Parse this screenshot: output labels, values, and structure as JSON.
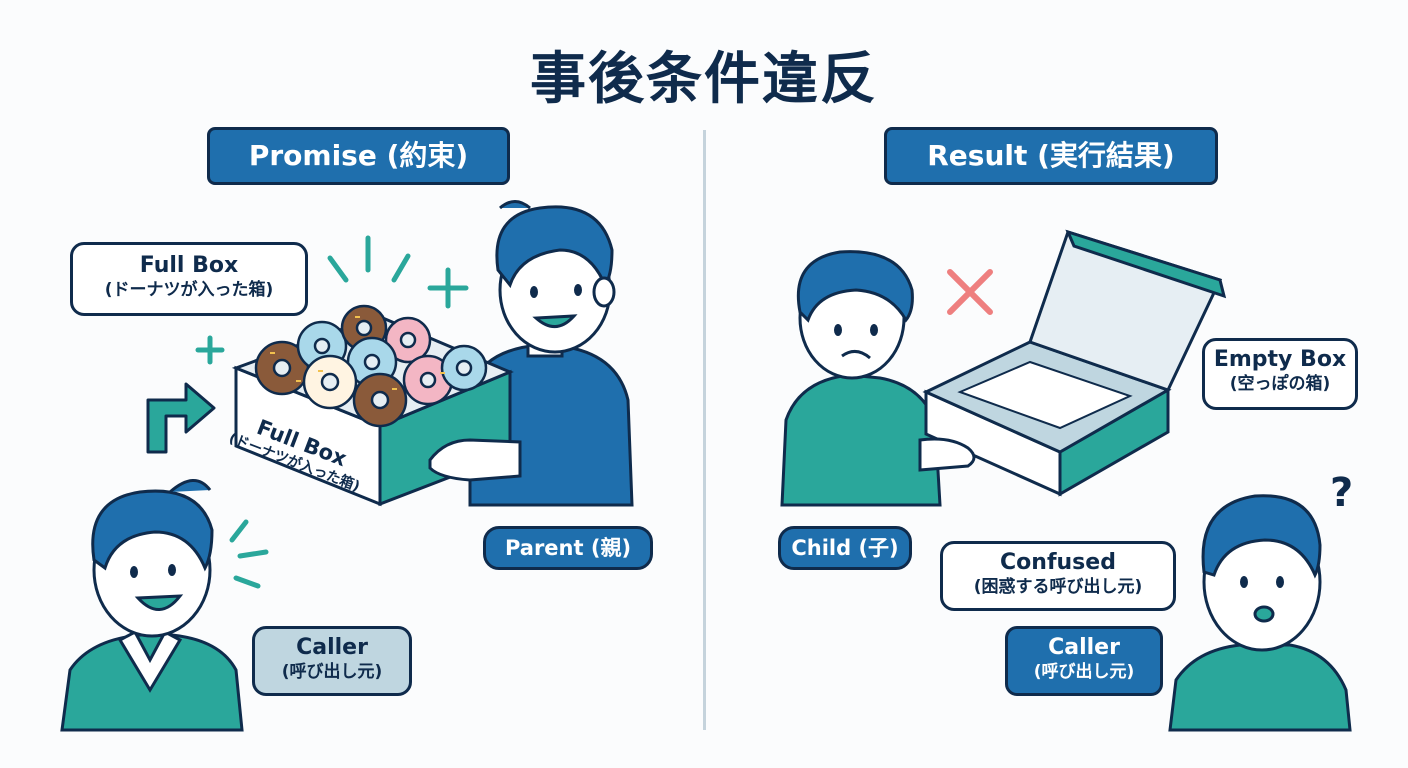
{
  "title": "事後条件違反",
  "left": {
    "header": "Promise (約束)",
    "full_box_label": {
      "line1": "Full Box",
      "line2": "(ドーナツが入った箱)"
    },
    "box_text": {
      "line1": "Full Box",
      "line2": "(ドーナツが入った箱)"
    },
    "parent_label": "Parent (親)",
    "caller_label": {
      "line1": "Caller",
      "line2": "(呼び出し元)"
    }
  },
  "right": {
    "header": "Result (実行結果)",
    "empty_box_label": {
      "line1": "Empty Box",
      "line2": "(空っぽの箱)"
    },
    "child_label": "Child (子)",
    "confused_label": {
      "line1": "Confused",
      "line2": "(困惑する呼び出し元)"
    },
    "caller_label": {
      "line1": "Caller",
      "line2": "(呼び出し元)"
    },
    "question_mark": "?"
  },
  "colors": {
    "navy": "#0f2b4c",
    "blue": "#1f6fad",
    "teal": "#2aa79b",
    "light_blue": "#bfd6e0",
    "red_x": "#ee7f7f",
    "divider": "#c5d3dc"
  }
}
